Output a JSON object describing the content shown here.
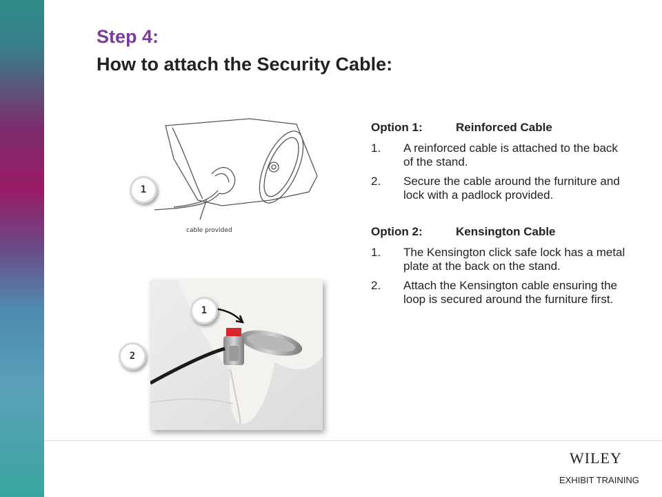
{
  "slide": {
    "title_line1": "Step 4:",
    "title_line2": "How to attach the Security Cable:"
  },
  "figure1": {
    "caption": "cable provided",
    "callout": "1"
  },
  "figure2": {
    "callouts": [
      "1",
      "2"
    ]
  },
  "options": [
    {
      "label": "Option 1:",
      "name": "Reinforced Cable",
      "steps": [
        {
          "num": "1.",
          "text": "A reinforced cable is attached to the back of the stand."
        },
        {
          "num": "2.",
          "text": "Secure the cable around the furniture and lock with a padlock provided."
        }
      ]
    },
    {
      "label": "Option 2:",
      "name": "Kensington Cable",
      "steps": [
        {
          "num": "1.",
          "text": "The Kensington click safe lock has a metal plate at the back on the stand."
        },
        {
          "num": "2.",
          "text": "Attach the Kensington cable ensuring the loop is secured around the furniture first."
        }
      ]
    }
  ],
  "footer": {
    "brand": "WILEY",
    "subtitle": "EXHIBIT TRAINING"
  },
  "colors": {
    "title_accent": "#7b3aa0",
    "title_main": "#222222"
  }
}
